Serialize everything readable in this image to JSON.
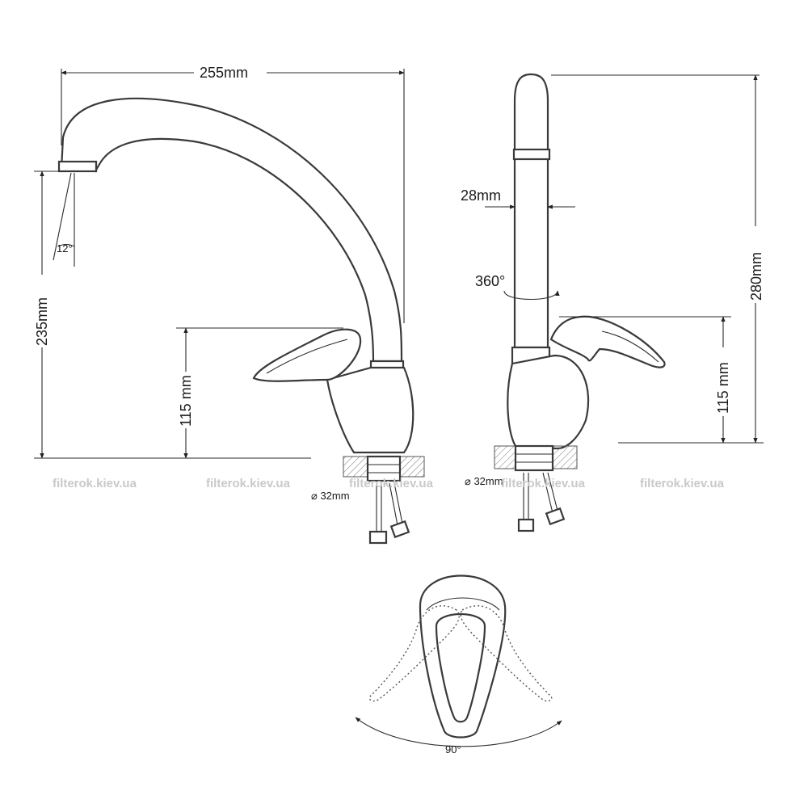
{
  "dimensions": {
    "width_spout": "255mm",
    "height_total_side": "235mm",
    "handle_height_side": "115 mm",
    "spout_angle": "12°",
    "hole_diameter_left": "⌀ 32mm",
    "hole_diameter_right": "⌀ 32mm",
    "spout_diameter": "28mm",
    "rotation": "360°",
    "height_total_front": "280mm",
    "handle_height_front": "115 mm",
    "handle_swing": "90°"
  },
  "watermark": {
    "text_1": "filterok.kiev.ua",
    "text_2": "filterok.kiev.ua",
    "text_3": "filterok.kiev.ua",
    "text_4": "filterok.kiev.ua",
    "text_5": "filterok.kiev.ua"
  },
  "colors": {
    "line": "#3a3a3a",
    "watermark": "#c9c9c9",
    "background": "#ffffff"
  }
}
